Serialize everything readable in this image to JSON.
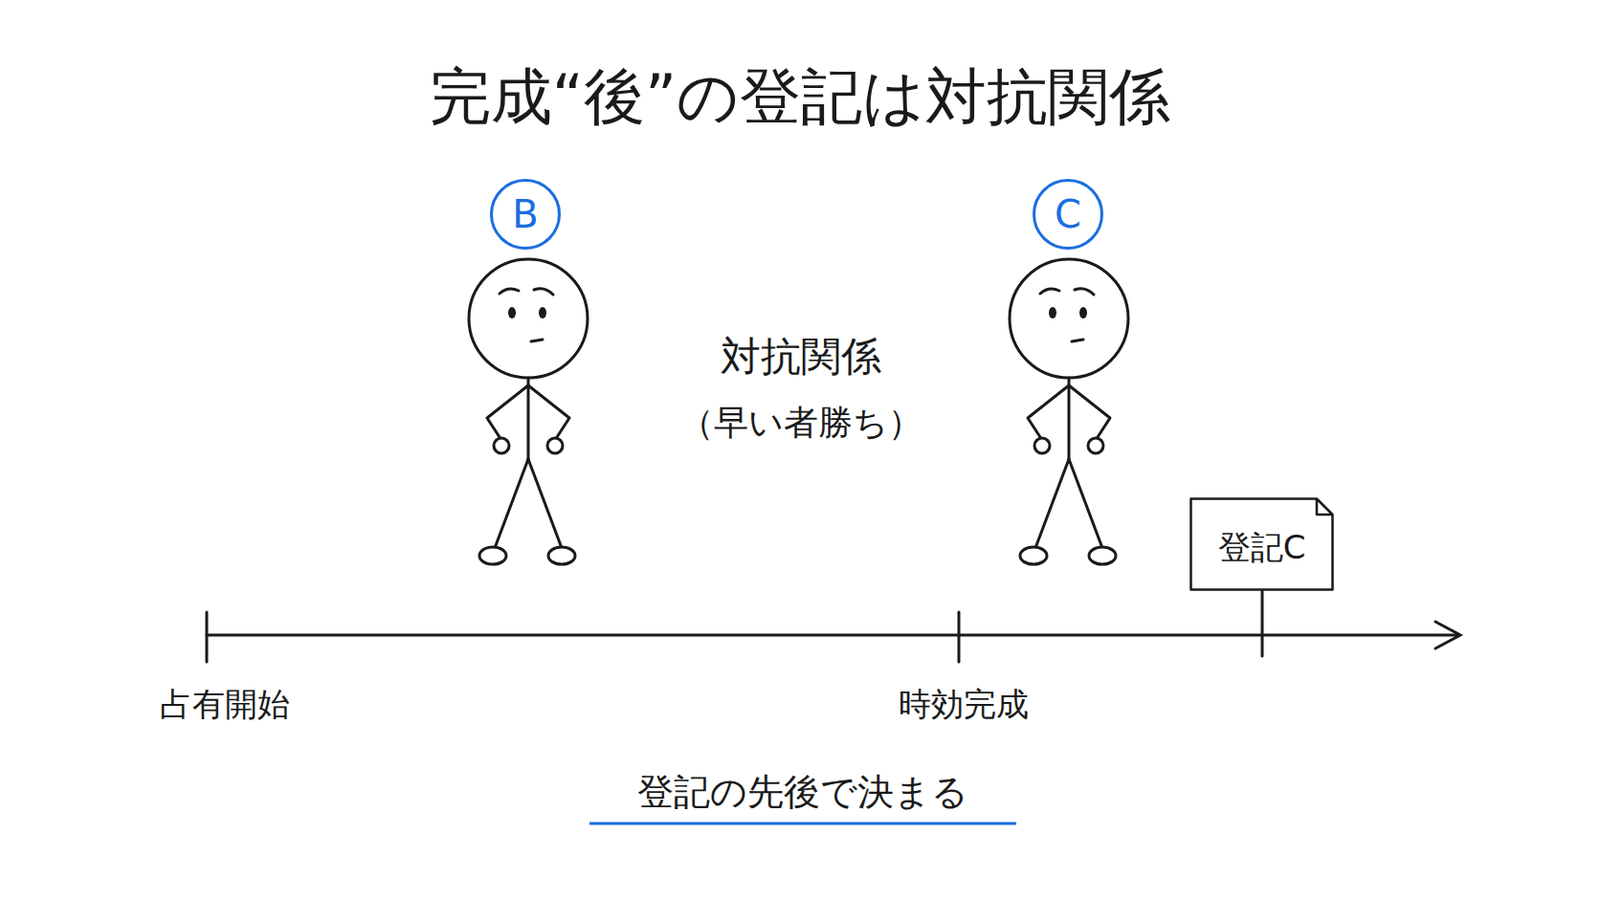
{
  "diagram": {
    "title": "完成“後”の登記は対抗関係",
    "nodes": [
      {
        "text": [
          "B"
        ]
      },
      {
        "text": [
          "C"
        ]
      },
      {
        "text": [
          "登記C"
        ]
      }
    ],
    "labels": [
      "対抗関係",
      "（早い者勝ち）",
      "占有開始",
      "時効完成",
      "登記の先後で決まる"
    ]
  }
}
